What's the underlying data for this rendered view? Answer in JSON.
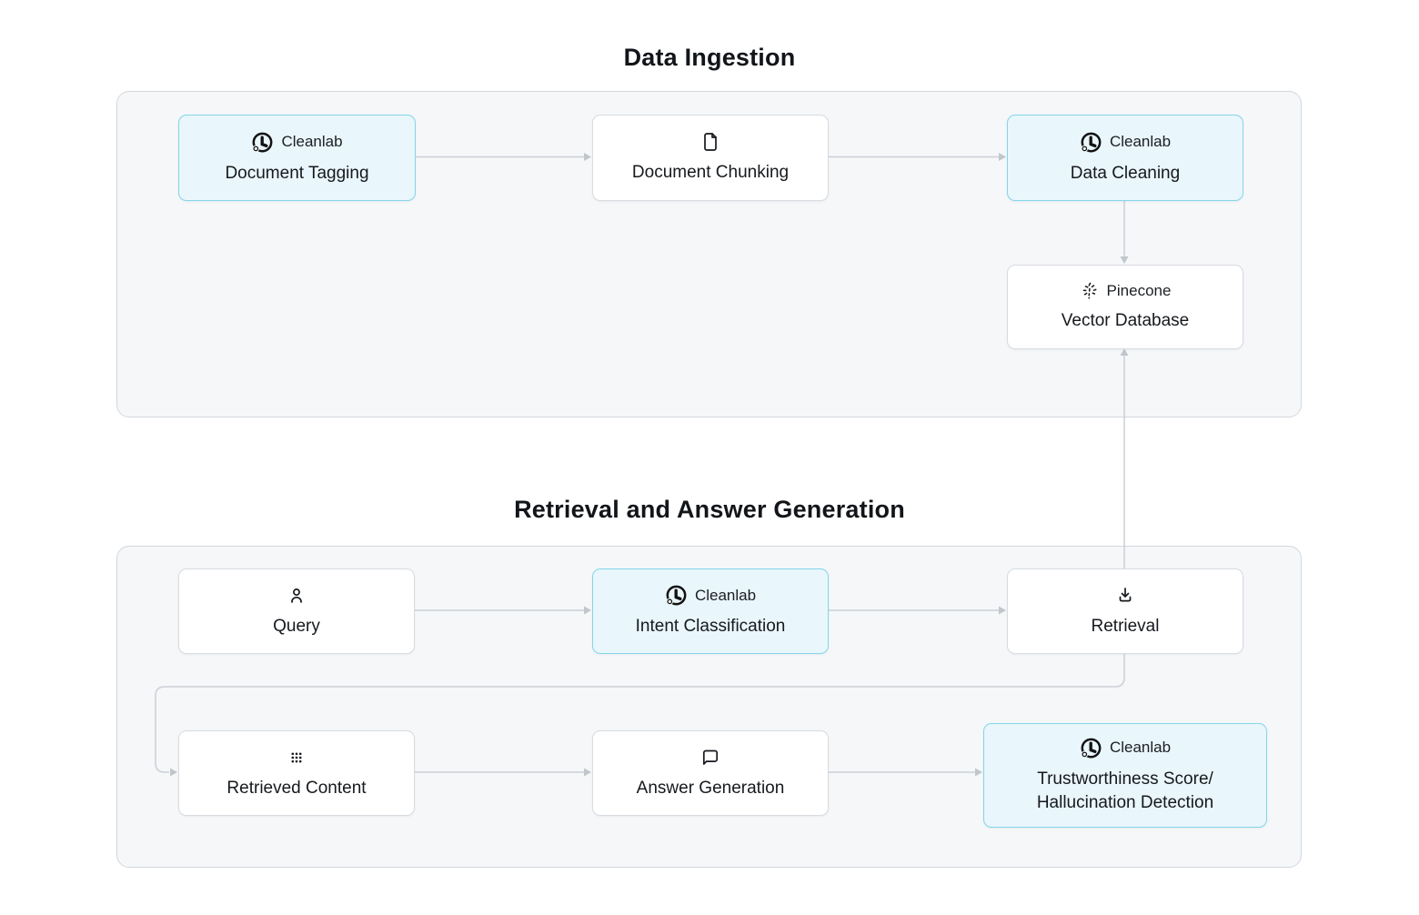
{
  "diagram": {
    "sections": {
      "ingestion": {
        "title": "Data Ingestion"
      },
      "retrieval_generation": {
        "title": "Retrieval and Answer Generation"
      }
    },
    "nodes": {
      "document_tagging": {
        "brand": "Cleanlab",
        "label": "Document Tagging",
        "highlighted": true
      },
      "document_chunking": {
        "label": "Document Chunking",
        "highlighted": false
      },
      "data_cleaning": {
        "brand": "Cleanlab",
        "label": "Data Cleaning",
        "highlighted": true
      },
      "vector_database": {
        "brand": "Pinecone",
        "label": "Vector Database",
        "highlighted": false
      },
      "query": {
        "label": "Query",
        "highlighted": false
      },
      "intent_classification": {
        "brand": "Cleanlab",
        "label": "Intent Classification",
        "highlighted": true
      },
      "retrieval": {
        "label": "Retrieval",
        "highlighted": false
      },
      "retrieved_content": {
        "label": "Retrieved Content",
        "highlighted": false
      },
      "answer_generation": {
        "label": "Answer Generation",
        "highlighted": false
      },
      "trustworthiness": {
        "brand": "Cleanlab",
        "label": "Trustworthiness Score/\nHallucination Detection",
        "highlighted": true
      }
    },
    "colors": {
      "highlight_fill": "#e9f6fb",
      "highlight_border": "#84d6e9",
      "node_fill": "#ffffff",
      "node_border": "#d8dce0",
      "panel_fill": "#f5f7f9",
      "panel_border": "#d3d8dd",
      "connector": "#cbd0d6",
      "text": "#16191d"
    }
  }
}
